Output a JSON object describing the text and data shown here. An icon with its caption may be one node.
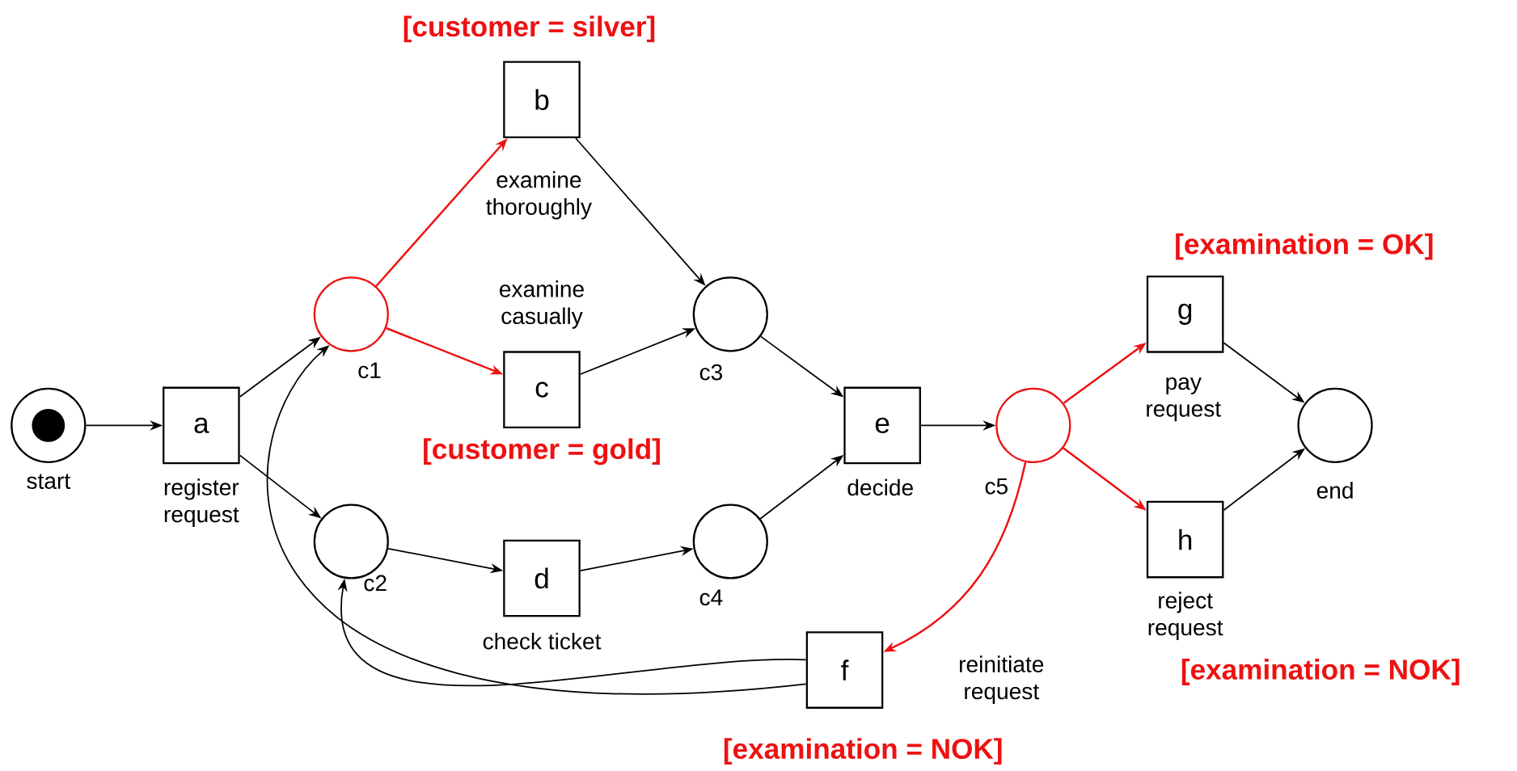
{
  "diagram": {
    "nodes": [
      {
        "text": [],
        "shape": "circle",
        "beside": [
          "start"
        ]
      },
      {
        "text": [
          "a"
        ],
        "beside": [
          "register request"
        ]
      },
      {
        "text": [],
        "shape": "circle",
        "beside": [
          "c1"
        ]
      },
      {
        "text": [],
        "shape": "circle",
        "beside": [
          "c2"
        ]
      },
      {
        "text": [
          "b"
        ],
        "beside": [
          "examine thoroughly",
          "[customer = silver]"
        ]
      },
      {
        "text": [
          "c"
        ],
        "beside": [
          "examine casually",
          "[customer = gold]"
        ]
      },
      {
        "text": [
          "d"
        ],
        "beside": [
          "check ticket"
        ]
      },
      {
        "text": [],
        "shape": "circle",
        "beside": [
          "c3"
        ]
      },
      {
        "text": [],
        "shape": "circle",
        "beside": [
          "c4"
        ]
      },
      {
        "text": [
          "e"
        ],
        "beside": [
          "decide"
        ]
      },
      {
        "text": [],
        "shape": "circle",
        "beside": [
          "c5"
        ]
      },
      {
        "text": [
          "g"
        ],
        "beside": [
          "pay request",
          "[examination = OK]"
        ]
      },
      {
        "text": [
          "h"
        ],
        "beside": [
          "reject request",
          "[examination = NOK]"
        ]
      },
      {
        "text": [
          "f"
        ],
        "beside": [
          "reinitiate request",
          "[examination = NOK]"
        ]
      },
      {
        "text": [],
        "shape": "circle",
        "beside": [
          "end"
        ]
      }
    ],
    "edges": [
      {
        "from": 0,
        "to": 1,
        "arrow": "to"
      },
      {
        "from": 1,
        "to": 2,
        "arrow": "to"
      },
      {
        "from": 1,
        "to": 3,
        "arrow": "to"
      },
      {
        "from": 2,
        "to": 4,
        "arrow": "to",
        "color": "#ee1111"
      },
      {
        "from": 2,
        "to": 5,
        "arrow": "to",
        "color": "#ee1111"
      },
      {
        "from": 4,
        "to": 7,
        "arrow": "to"
      },
      {
        "from": 5,
        "to": 7,
        "arrow": "to"
      },
      {
        "from": 3,
        "to": 6,
        "arrow": "to"
      },
      {
        "from": 6,
        "to": 8,
        "arrow": "to"
      },
      {
        "from": 7,
        "to": 9,
        "arrow": "to"
      },
      {
        "from": 8,
        "to": 9,
        "arrow": "to"
      },
      {
        "from": 9,
        "to": 10,
        "arrow": "to"
      },
      {
        "from": 10,
        "to": 11,
        "arrow": "to",
        "color": "#ee1111"
      },
      {
        "from": 10,
        "to": 12,
        "arrow": "to",
        "color": "#ee1111"
      },
      {
        "from": 10,
        "to": 13,
        "arrow": "to",
        "color": "#ee1111"
      },
      {
        "from": 11,
        "to": 14,
        "arrow": "to"
      },
      {
        "from": 12,
        "to": 14,
        "arrow": "to"
      },
      {
        "from": 13,
        "to": 2,
        "arrow": "to"
      },
      {
        "from": 13,
        "to": 3,
        "arrow": "to"
      }
    ]
  }
}
